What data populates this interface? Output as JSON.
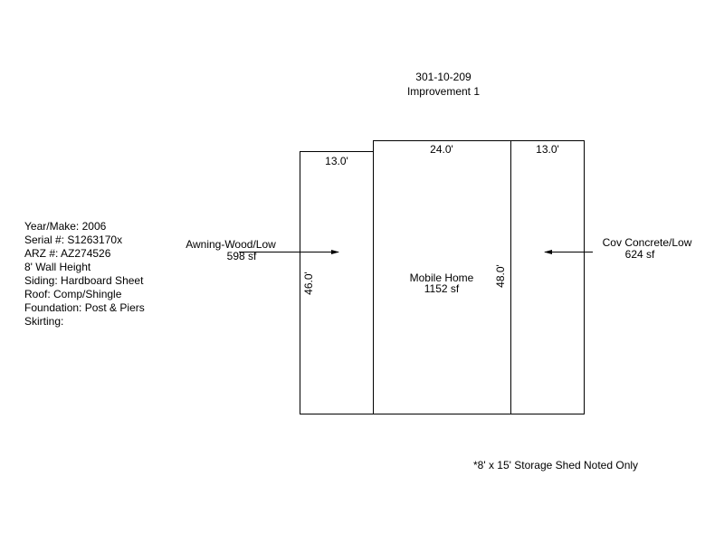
{
  "header": {
    "parcel": "301-10-209",
    "improvement": "Improvement 1"
  },
  "info_lines": [
    "Year/Make: 2006",
    "Serial #: S1263170x",
    "ARZ #: AZ274526",
    "8' Wall Height",
    "Siding: Hardboard Sheet",
    "Roof: Comp/Shingle",
    "Foundation: Post & Piers",
    "Skirting:"
  ],
  "sections": {
    "left": {
      "name": "Awning-Wood/Low",
      "area": "598 sf",
      "width": "13.0'",
      "depth": "46.0'"
    },
    "center": {
      "name": "Mobile Home",
      "area": "1152 sf",
      "width": "24.0'",
      "depth": "48.0'"
    },
    "right": {
      "name": "Cov Concrete/Low",
      "area": "624 sf",
      "width": "13.0'"
    }
  },
  "footnote": "*8' x 15' Storage Shed Noted Only"
}
